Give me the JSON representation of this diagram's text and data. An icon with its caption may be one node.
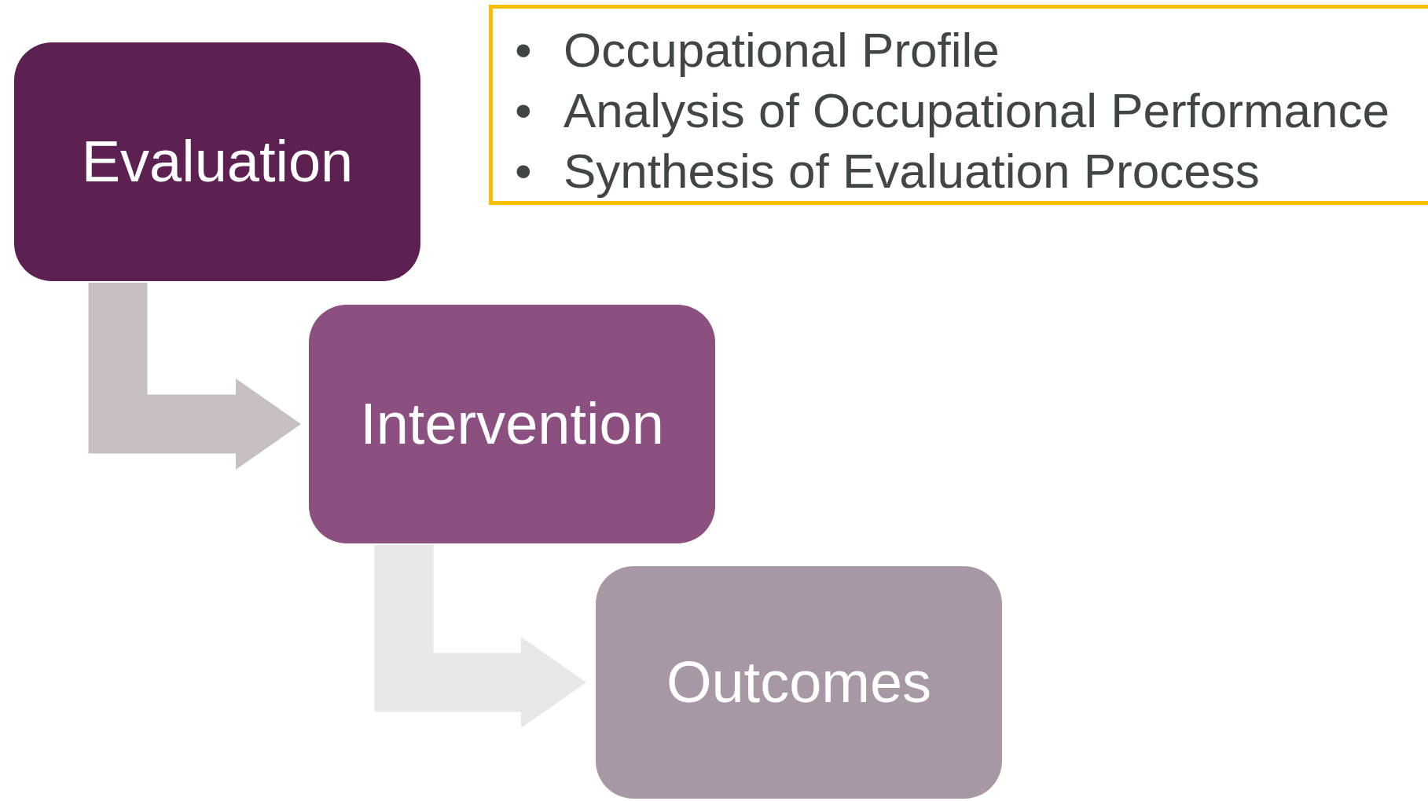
{
  "diagram": {
    "nodes": [
      {
        "text": [
          "Evaluation"
        ]
      },
      {
        "text": [
          "Intervention"
        ]
      },
      {
        "text": [
          "Outcomes"
        ]
      },
      {
        "text": [
          "Occupational Profile",
          "Analysis of Occupational Performance",
          "Synthesis of Evaluation Process"
        ]
      }
    ],
    "edges": [
      {
        "from": 0,
        "to": 1,
        "arrow": "to",
        "color": "#c8bec5"
      },
      {
        "from": 1,
        "to": 2,
        "arrow": "to",
        "color": "#e8e6e9"
      }
    ],
    "labels": [
      "•",
      "•",
      "•"
    ]
  }
}
